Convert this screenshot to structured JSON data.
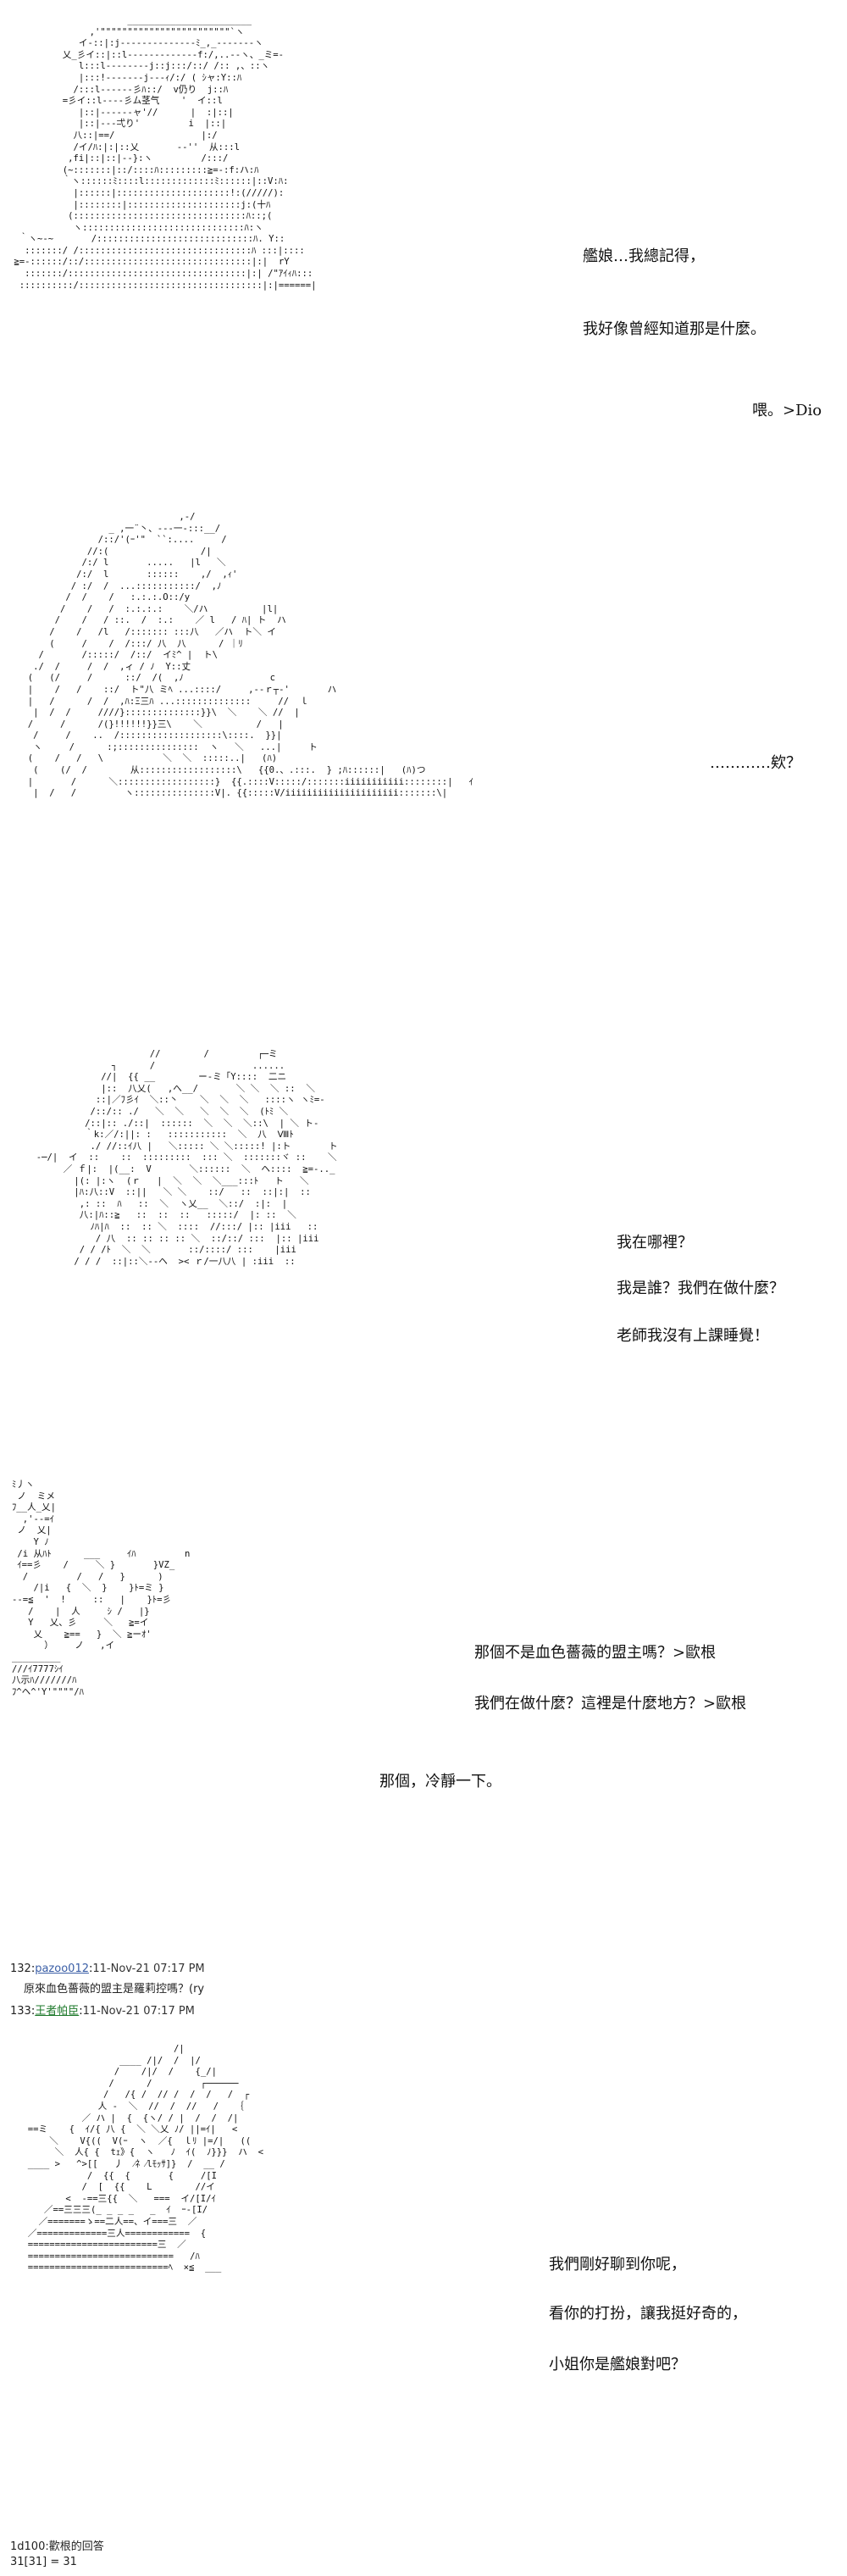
{
  "panels": [
    {
      "dialogue": [
        "艦娘…我總記得，",
        "我好像曾經知道那是什麼。",
        "喂。>Dio"
      ],
      "art": "                      _______________________\n               ,'\"\"\"\"\"\"\"\"\"\"\"\"\"\"\"\"\"\"\"\"\"\"\"\"`ヽ\n             イ-::|:j--------------ﾐ_,_-------ヽ\n          乂_彡イ::|::l-------------f:/,..--ヽ、_ミ=-\n             l:::l--------j::j:::/::/ /:: ,、::ヽ\n             |:::!-------j---ｨ/:/ ( ｼャ:Y::ﾊ\n            /:::l------彡ﾊ::/  v仍り  j::ﾊ\n          =彡イ::l----彡ム茎气    '  イ::l\n             |::|------ャ'//      |  :|::|\n             |::|---弌り'         i  |::|\n            八::|==/                |:/\n            /イ/ﾊ:|:|::乂       -‐''  从:::l\n           ,fi|::|::|--}:ヽ         /:::/\n          (~:::::::|::/::::ﾊ:::::::::≧=-:f:ハ:ﾊ\n          ｀ヽ::::::ﾐ::::l:::::::::::::ﾐ::::::|::V:ﾊ:\n            |::::::|:::::::::::::::::::::!:(/////):\n            |::::::::|:::::::::::::::::::::j:(十ﾊ\n           (::::::::::::::::::::::::::::::::ﾊ::;(\n            ヽ::::::::::::::::::::::::::::::ﾊ:ヽ\n  ｀ヽ~-~       /:::::::::::::::::::::::::::::ﾊ. Y::\n   :::::::/ /::::::::::::::::::::::::::::::::ﾊ :::|::::\n ≧=-::::::/::/:::::::::::::::::::::::::::::::|:|  rY\n   :::::::/:::::::::::::::::::::::::::::::::|:| /\"ｱｲｨﾊ:::\n  ::::::::::/::::::::::::::::::::::::::::::::::|:|======|"
    },
    {
      "dialogue": [
        "…………欸？"
      ],
      "art": "                              ,-/\n                 _ ,一¨丶、--‐一-:::__/\n               /::/'(ｰ'\"  ``:....     /\n             //:(                 /|\n            /:/ l       .....   |l   ＼\n           /:/  l       ::::::    ,/  ,ｨ'\n          / :/  /  ...:::::::::::/  ,ﾉ\n         /  /    /   :.:.:.O::/y\n        /    /   /  :.:.:.:    ＼/ハ          |l|\n       /    /   / ::.  /  :.:    ／ l   / ﾊ| ト  ハ\n      /    /   /l   /::::::: :::八   ／ハ  ト＼ イ\n      (     /    /  /:::/ 八  八      / ｜ﾘ    \n    /       /:::::/  /::/  イﾐ^ |  ト\\\n   ./  /     /  /  ,ィ / ﾉ  Y::丈\n  (   (/     /      ::/  /(  ,ﾉ                c\n  |    /   /    ::/  ト\"八 ミﾍ ...::::/     ,--ｒ┬-'       ハ\n  |   /      /  /  ,ﾊ:Ξ三ﾊ ...::::::::::::::     //  ｌ\n   |  /  /     ////}::::::::::::::}}\\  ＼    ＼ //  |\n  /     /      /(}!!!!!!}}三\\    ＼          /   |\n   /     /    ..  /:::::::::::::::::::\\::::.  }}|\n   ヽ     /      :;:::::::::::::::  ヽ   ＼   ...|     ト\n  (    /   /   \\           ＼  ＼  :::::..|   (ﾊ)\n   (    (/  /        从::::::::::::::::::\\   {{0.、.:::.  } ;ﾊ::::::|   (ﾊ)つ\n  |       /      ＼::::::::::::::::::}  {{.::::V:::::/:::::::iiiiiiiiiii::::::::|   ｲ\n   |  /   /         ヽ:::::::::::::::V|. {{:::::V/iiiiiiiiiiiiiiiiiiiii:::::::\\|"
    },
    {
      "dialogue": [
        "我在哪裡？",
        "我是誰？我們在做什麼？",
        "老師我沒有上課睡覺！"
      ],
      "art": "                       //        /         ┌─ミ\n                ┐      /                  ......\n              //|  {{ __        ー-ミ「Y::::  二ニ\n              |::  八乂(   ,へ__/       ＼ ＼  ＼ ::  ＼\n             ::|／ﾌ彡ｲ  ＼::丶    ＼  ＼  ＼   ::::ヽ ヽﾐ=-\n            /::/:: ./   ＼  ＼   ＼  ＼  ＼  (ﾄﾐ ＼\n           /::|:: ./::|  ::::::  ＼  ＼  ＼::\\  | ＼ ト-\n           ｀k:／/:||: :   :::::::::::  ＼  八  Ⅷﾄ\n            ./ //::ｲ八 |   ＼::::: ＼ ＼:::::! |:ト       ト\n  -─/|  イ  ::    ::  :::::::::  ::: ＼  :::::::ヾ ::    ＼\n       ／ ｆ|:  |(__:  V       ＼::::::  ＼  ヘ::::  ≧=-.._\n         |(: |:ヽ  (ｒ   |  ＼  ＼  ＼___:::ﾄ   ト   ＼\n         |ﾊ:八::V  ::||   ＼ ＼    ::/   ::  ::|:|  ::\n          ,: ::  ﾊ   ::  ＼  ヽ乂__  ＼::/  :|:  |\n          八:|ﾊ::≧   ::  ::  ::   :::::/  |: ::  ＼\n            ﾉﾊ|ﾊ  ::  :: ＼  ::::  //:::/ |:: |iii   ::\n             / 八  :: :: :: :: ＼  ::/::/ :::  |:: |iii\n          / / /ﾄ  ＼  ＼       ::/::::/ :::    |iii\n         / / /  ::|::＼--ヘ  >< ｒ/一八八 | :iii  ::"
    },
    {
      "dialogue": [
        "那個不是血色薔薇的盟主嗎？>歐根",
        "我們在做什麼？這裡是什麼地方？>歐根",
        "那個，冷靜一下。"
      ],
      "art": "ﾐ丿ヽ\n ノ  ミメ\nﾌ__人_乂|\n  ,'--=ｲ\n ノ  乂|\n    Y ﾉ\n /i 从ﾊﾄ      ___     ｲﾊ         n\n ｲ==彡    /     ＼ }       }VZ_\n  /         /   /   }      )\n    /|i   {  ＼  }    }ﾄ=ミ }\n--=≦  '  !     ::   |    }ﾄ=彡\n   /    |  人     ｼ /   |}\n   Y   乂、彡     ＼   ≧=イ\n    乂    ≧==   }  ＼ ≧ーｵ'\n      ）    ノ   ,イ    \n_________\n///ｲ7777ｼｲ\n八示ﾊ///////ﾊ\nﾌ^ヘ^'Y'\"\"\"\"/ﾊ"
    },
    {
      "dialogue": [
        "我們剛好聊到你呢，",
        "看你的打扮，讓我挺好奇的，",
        "小姐你是艦娘對吧？"
      ],
      "art": "                             /|\n                   ____ /|/  /  |/\n                  /    /|/  /    {_/|\n                 /      /         ┌──────\n                /   /{ /  // /  /  /   /  ┌\n               人 -  ＼  //  /  //   /   ｛\n            ／ ハ |  {  {ヽ/ / |  /  /  /|\n  ==ミ    {  ｲ/{ 八 {  ＼ ＼乂 ﾉ/ ||=ｲ|   <\n      ＼    V{((  V(ｰ  ヽ  ／{  ｌﾘ |=/|   ((\n       ＼  人{ {  tｪ》{  ヽ   ﾉ  ｲ(  ﾉ}}}  ハ  <\n  ____ >   ^>[[   丿  ⁄ﾈ ⁄lﾓｯｻ]}  /  __ /\n             /  {{  {       {     /[I\n            /  [  {{    L        //イ\n         <  -==三{{  ＼   ===  イ/[I/ｲ\n     ／==三三三(_ _ _ _   _  ｲ  ｰ-[I/ \n    ／=======ゝ==二人==、イ===三  ／\n  ／=============三人============  {\n  ========================三  ／\n  ===========================   /ﾊ\n  ==========================ﾍ  ×≦  ___"
    }
  ],
  "posts": [
    {
      "number": "132",
      "user": "pazoo012",
      "date": "11-Nov-21 07:17 PM",
      "text": "原來血色薔薇的盟主是羅莉控嗎？(ry"
    },
    {
      "number": "133",
      "user": "王者帕臣",
      "date": "11-Nov-21 07:17 PM"
    }
  ],
  "footer": {
    "dice_line": "1d100:歡根的回答",
    "dice_result": "31[31] = 31"
  }
}
